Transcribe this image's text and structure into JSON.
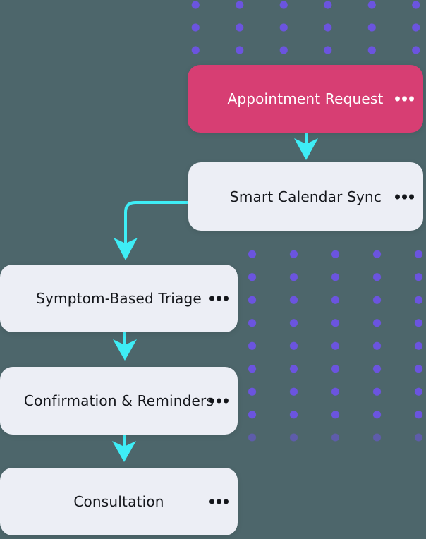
{
  "canvas": {
    "background_color": "#4d666b"
  },
  "flowchart": {
    "nodes": [
      {
        "label": "Appointment Request",
        "variant": "accent"
      },
      {
        "label": "Smart Calendar Sync",
        "variant": "light"
      },
      {
        "label": "Symptom-Based Triage",
        "variant": "light"
      },
      {
        "label": "Confirmation & Reminders",
        "variant": "light"
      },
      {
        "label": "Consultation",
        "variant": "light"
      }
    ],
    "flow_order": [
      "Appointment Request",
      "Smart Calendar Sync",
      "Symptom-Based Triage",
      "Confirmation & Reminders",
      "Consultation"
    ],
    "icons": {
      "node_menu": "ellipsis-icon",
      "connector_end": "arrowhead-down"
    },
    "colors": {
      "accent_node": "#d73e73",
      "light_node": "#eceef5",
      "connector": "#3eedf6",
      "node_text_dark": "#14161b",
      "node_text_light": "#ffffff",
      "decorative_dots": "#6b54df"
    }
  }
}
